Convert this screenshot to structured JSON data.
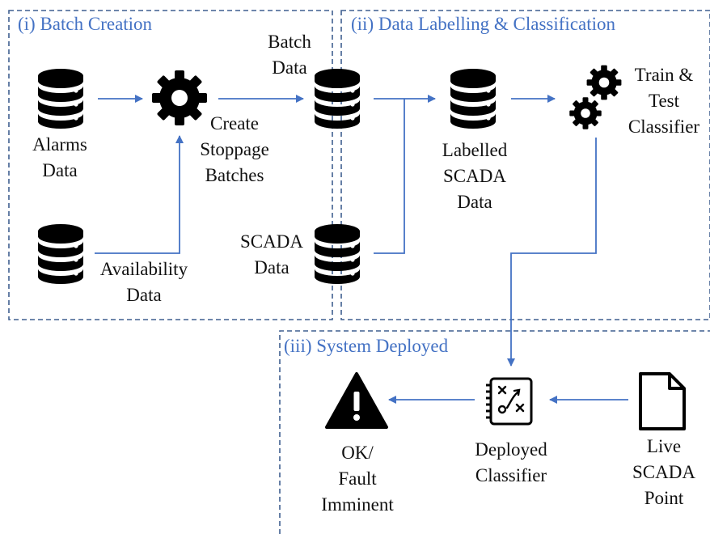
{
  "sections": {
    "batch_creation": "(i) Batch Creation",
    "labelling": "(ii) Data Labelling & Classification",
    "deployed": "(iii) System Deployed"
  },
  "nodes": {
    "alarms_data": [
      "Alarms",
      "Data"
    ],
    "availability_data": [
      "Availability",
      "Data"
    ],
    "create_batches": [
      "Create",
      "Stoppage",
      "Batches"
    ],
    "batch_data": [
      "Batch",
      "Data"
    ],
    "scada_data": [
      "SCADA",
      "Data"
    ],
    "labelled_scada": [
      "Labelled",
      "SCADA",
      "Data"
    ],
    "train_test": [
      "Train &",
      "Test",
      "Classifier"
    ],
    "ok_fault": [
      "OK/",
      "Fault",
      "Imminent"
    ],
    "deployed_classifier": [
      "Deployed",
      "Classifier"
    ],
    "live_scada": [
      "Live",
      "SCADA",
      "Point"
    ]
  },
  "icons": {
    "database": "database-icon",
    "gear": "gear-icon",
    "gears": "gears-icon",
    "warning": "warning-icon",
    "classifier": "classifier-board-icon",
    "document": "document-icon"
  },
  "colors": {
    "accent": "#4472c4",
    "dash": "#3f5f8f",
    "icon": "#000000",
    "text": "#111111"
  }
}
